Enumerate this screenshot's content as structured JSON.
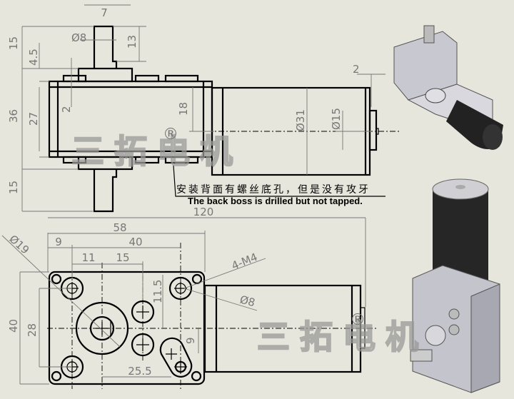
{
  "watermark": {
    "text": "三拓电机",
    "registered": "®"
  },
  "note": {
    "cn": "安装背面有螺丝底孔，但是没有攻牙",
    "en": "The back boss is drilled but not tapped."
  },
  "top_view": {
    "dims": {
      "shaft_width": "7",
      "shaft_dia": "Ø8",
      "flat_len": "13",
      "shaft_len_top": "15",
      "boss_h": "4.5",
      "flange": "2",
      "height": "36",
      "inner": "27",
      "center": "18",
      "shaft_len_bottom": "15",
      "cap": "2",
      "motor_dia": "Ø31",
      "cap_dia": "Ø15"
    }
  },
  "bottom_view": {
    "dims": {
      "total_len": "120",
      "box_len": "58",
      "hole_pitch": "40",
      "edge": "9",
      "offset1": "11",
      "offset2": "15",
      "boss_dia": "Ø19",
      "thread": "4-M4",
      "hole_dia": "Ø8",
      "v_offset": "11.5",
      "box_h": "40",
      "hole_v_pitch": "28",
      "slot_off": "9",
      "slot_pitch": "25.5"
    }
  }
}
